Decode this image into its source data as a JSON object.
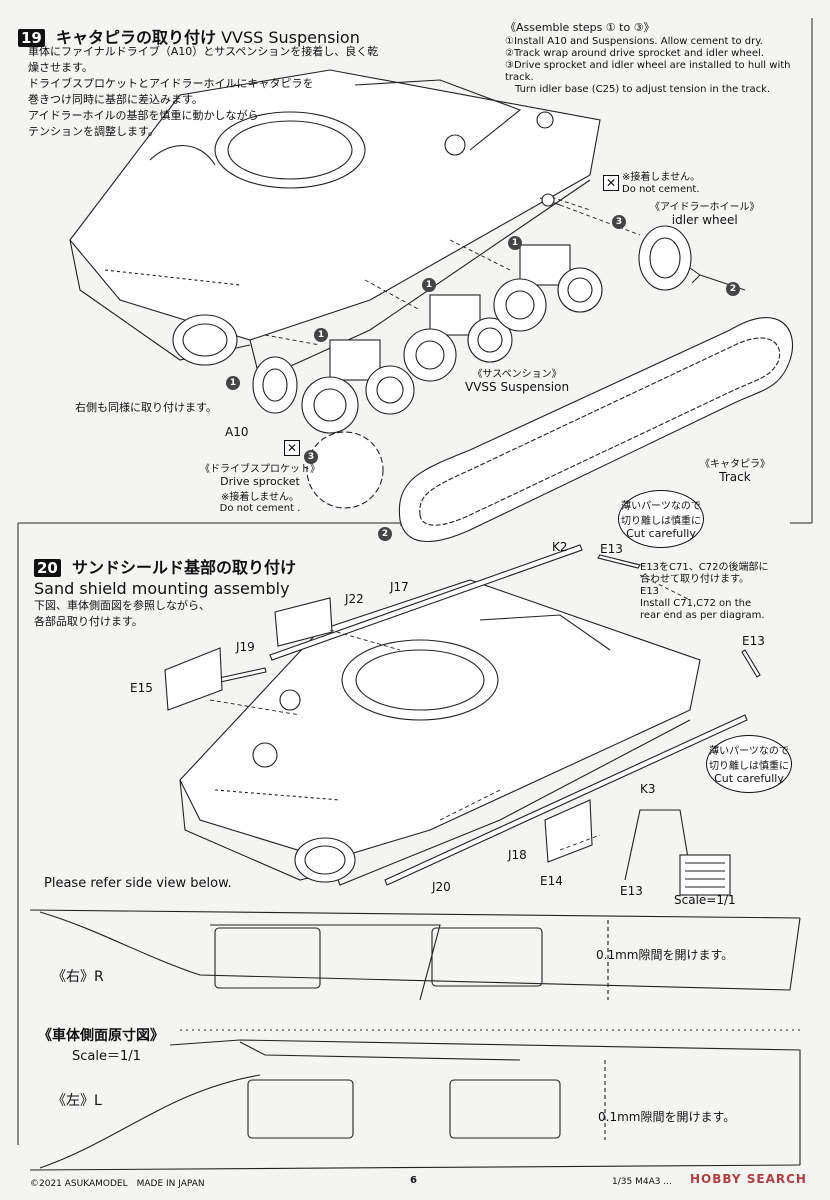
{
  "step19": {
    "number": "19",
    "title_jp": "キャタピラの取り付け",
    "title_en": "VVSS Suspension",
    "desc_jp": [
      "車体にファイナルドライブ（A10）とサスペンションを接着し、良く乾燥させます。",
      "ドライブスプロケットとアイドラーホイルにキャタピラを",
      "巻きつけ同時に基部に差込みます。",
      "アイドラーホイルの基部を慎重に動かしながら",
      "テンションを調整します。"
    ],
    "assemble_header": "《Assemble steps ① to ③》",
    "assemble_steps": [
      "①Install A10 and Suspensions. Allow cement to dry.",
      "②Track wrap around drive sprocket and idler wheel.",
      "③Drive sprocket and idler wheel are installed to hull with track.",
      "　Turn idler base (C25) to adjust tension in the track."
    ],
    "no_cement_top_jp": "※接着しません。",
    "no_cement_top_en": "Do not cement.",
    "idler_jp": "《アイドラーホイール》",
    "idler_en": "idler wheel",
    "suspension_jp": "《サスペンション》",
    "suspension_en": "VVSS Suspension",
    "same_right_jp": "右側も同様に取り付けます。",
    "part_a10": "A10",
    "sprocket_jp": "《ドライブスプロケット》",
    "sprocket_en": "Drive sprocket",
    "no_cement_bottom_jp": "※接着しません。",
    "no_cement_bottom_en": "Do not cement .",
    "track_jp": "《キャタピラ》",
    "track_en": "Track",
    "step_markers": [
      "1",
      "2",
      "3"
    ]
  },
  "step20": {
    "number": "20",
    "title_jp": "サンドシールド基部の取り付け",
    "title_en": "Sand shield mounting assembly",
    "desc_jp": [
      "下図、車体側面図を参照しながら、",
      "各部品取り付けます。"
    ],
    "callout1": {
      "jp1": "薄いパーツなので",
      "jp2": "切り離しは慎重に",
      "en": "Cut carefully"
    },
    "callout2": {
      "jp1": "薄いパーツなので",
      "jp2": "切り離しは慎重に",
      "en": "Cut carefully"
    },
    "e13_note_jp": [
      "E13をC71、C72の後端部に",
      "合わせて取り付けます。"
    ],
    "e13_note_en": [
      "E13",
      "Install C71,C72 on the",
      "rear end as per diagram."
    ],
    "parts": {
      "k2": "K2",
      "e13_a": "E13",
      "j17": "J17",
      "j22": "J22",
      "j19": "J19",
      "e15": "E15",
      "e13_b": "E13",
      "k3": "K3",
      "j18": "J18",
      "e14": "E14",
      "j20": "J20",
      "e13_c": "E13"
    },
    "scale_small": "Scale=1/1",
    "refer_text": "Please refer side view below."
  },
  "side_view": {
    "right_label": "《右》R",
    "title_jp": "《車体側面原寸図》",
    "scale": "Scale＝1/1",
    "left_label": "《左》L",
    "gap_note_top": "0.1mm隙間を開けます。",
    "gap_note_bottom": "0.1mm隙間を開けます。"
  },
  "footer": {
    "copyright": "©2021 ASUKAMODEL　MADE IN JAPAN",
    "page_number": "6",
    "product": "1/35 M4A3 ...",
    "watermark": "HOBBY SEARCH"
  }
}
